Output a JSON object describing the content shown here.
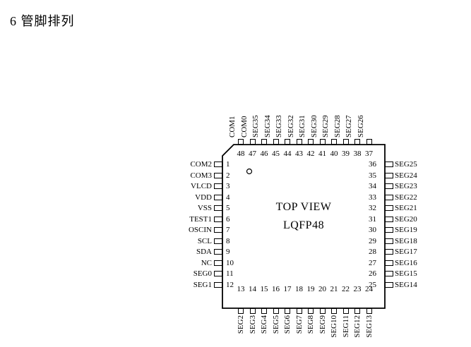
{
  "page": {
    "section_title": "6 管脚排列"
  },
  "colors": {
    "ink": "#000000",
    "background": "#ffffff"
  },
  "chip": {
    "view_label": "TOP VIEW",
    "package_label": "LQFP48"
  },
  "pins": {
    "left": [
      {
        "num": "1",
        "label": "COM2"
      },
      {
        "num": "2",
        "label": "COM3"
      },
      {
        "num": "3",
        "label": "VLCD"
      },
      {
        "num": "4",
        "label": "VDD"
      },
      {
        "num": "5",
        "label": "VSS"
      },
      {
        "num": "6",
        "label": "TEST1"
      },
      {
        "num": "7",
        "label": "OSCIN"
      },
      {
        "num": "8",
        "label": "SCL"
      },
      {
        "num": "9",
        "label": "SDA"
      },
      {
        "num": "10",
        "label": "NC"
      },
      {
        "num": "11",
        "label": "SEG0"
      },
      {
        "num": "12",
        "label": "SEG1"
      }
    ],
    "top": [
      {
        "num": "48",
        "label": "COM1"
      },
      {
        "num": "47",
        "label": "COM0"
      },
      {
        "num": "46",
        "label": "SEG35"
      },
      {
        "num": "45",
        "label": "SEG34"
      },
      {
        "num": "44",
        "label": "SEG33"
      },
      {
        "num": "43",
        "label": "SEG32"
      },
      {
        "num": "42",
        "label": "SEG31"
      },
      {
        "num": "41",
        "label": "SEG30"
      },
      {
        "num": "40",
        "label": "SEG29"
      },
      {
        "num": "39",
        "label": "SEG28"
      },
      {
        "num": "38",
        "label": "SEG27"
      },
      {
        "num": "37",
        "label": "SEG26"
      }
    ],
    "right": [
      {
        "num": "36",
        "label": "SEG25"
      },
      {
        "num": "35",
        "label": "SEG24"
      },
      {
        "num": "34",
        "label": "SEG23"
      },
      {
        "num": "33",
        "label": "SEG22"
      },
      {
        "num": "32",
        "label": "SEG21"
      },
      {
        "num": "31",
        "label": "SEG20"
      },
      {
        "num": "30",
        "label": "SEG19"
      },
      {
        "num": "29",
        "label": "SEG18"
      },
      {
        "num": "28",
        "label": "SEG17"
      },
      {
        "num": "27",
        "label": "SEG16"
      },
      {
        "num": "26",
        "label": "SEG15"
      },
      {
        "num": "25",
        "label": "SEG14"
      }
    ],
    "bottom": [
      {
        "num": "13",
        "label": "SEG2"
      },
      {
        "num": "14",
        "label": "SEG3"
      },
      {
        "num": "15",
        "label": "SEG4"
      },
      {
        "num": "16",
        "label": "SEG5"
      },
      {
        "num": "17",
        "label": "SEG6"
      },
      {
        "num": "18",
        "label": "SEG7"
      },
      {
        "num": "19",
        "label": "SEG8"
      },
      {
        "num": "20",
        "label": "SEG9"
      },
      {
        "num": "21",
        "label": "SEG10"
      },
      {
        "num": "22",
        "label": "SEG11"
      },
      {
        "num": "23",
        "label": "SEG12"
      },
      {
        "num": "24",
        "label": "SEG13"
      }
    ]
  }
}
